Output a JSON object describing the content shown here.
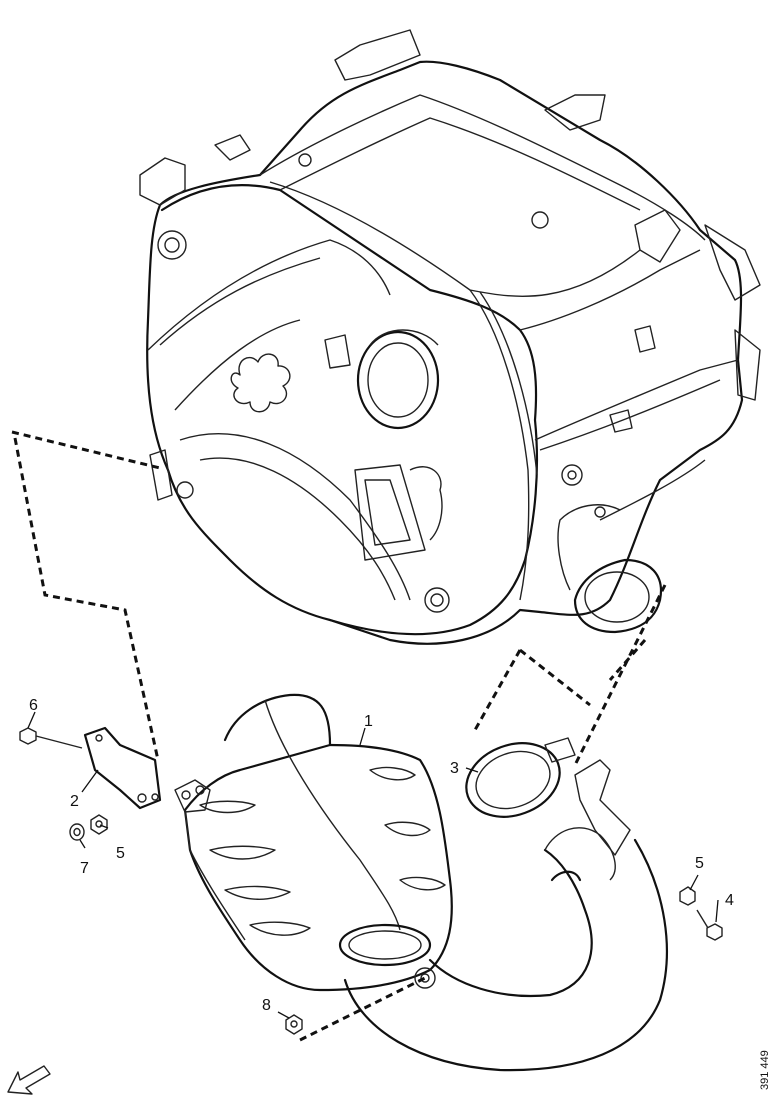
{
  "callouts": {
    "c1": "1",
    "c2": "2",
    "c3": "3",
    "c4": "4",
    "c5a": "5",
    "c5b": "5",
    "c6": "6",
    "c7": "7",
    "c8": "8"
  },
  "reference_number": "391 449",
  "icons": {
    "direction_arrow": "arrow-down-left-icon"
  }
}
